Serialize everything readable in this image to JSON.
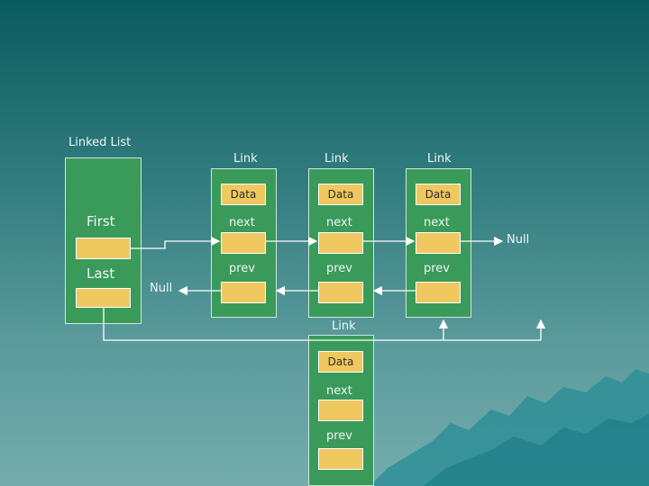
{
  "diagram": {
    "list_title": "Linked List",
    "first_label": "First",
    "last_label": "Last",
    "null_left": "Null",
    "null_right": "Null",
    "nodes": [
      {
        "title": "Link",
        "data": "Data",
        "next": "next",
        "prev": "prev"
      },
      {
        "title": "Link",
        "data": "Data",
        "next": "next",
        "prev": "prev"
      },
      {
        "title": "Link",
        "data": "Data",
        "next": "next",
        "prev": "prev"
      }
    ],
    "new_node": {
      "title": "Link",
      "data": "Data",
      "next": "next",
      "prev": "prev"
    }
  },
  "colors": {
    "node_fill": "#3a9a5a",
    "field_fill": "#f0c860",
    "background_top": "#0a5b5e",
    "background_bottom": "#74acad"
  }
}
